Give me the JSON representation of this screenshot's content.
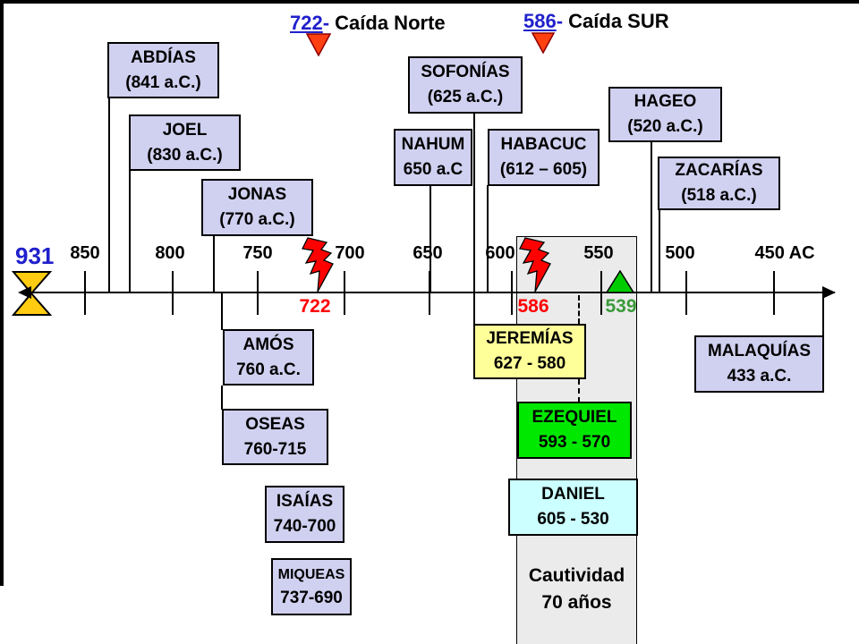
{
  "annotations": {
    "north": {
      "year": "722",
      "sep": "-",
      "text": " Caída Norte"
    },
    "south": {
      "year": "586",
      "sep": "-",
      "text": " Caída SUR"
    }
  },
  "start_year": "931",
  "axis": {
    "ticks": [
      "850",
      "800",
      "750",
      "700",
      "650",
      "600",
      "550",
      "500",
      "450 AC"
    ]
  },
  "events": {
    "fall_north": "722",
    "fall_south": "586",
    "return": "539"
  },
  "captivity": {
    "line1": "Cautividad",
    "line2": "70 años"
  },
  "boxes": {
    "abdias": {
      "name": "ABDÍAS",
      "date": "(841 a.C.)"
    },
    "joel": {
      "name": "JOEL",
      "date": "(830 a.C.)"
    },
    "jonas": {
      "name": "JONAS",
      "date": "(770 a.C.)"
    },
    "sofonias": {
      "name": "SOFONÍAS",
      "date": "(625 a.C.)"
    },
    "nahum": {
      "name": "NAHUM",
      "date": "650 a.C"
    },
    "habacuc": {
      "name": "HABACUC",
      "date": "(612 – 605)"
    },
    "hageo": {
      "name": "HAGEO",
      "date": "(520 a.C.)"
    },
    "zacarias": {
      "name": "ZACARÍAS",
      "date": "(518 a.C.)"
    },
    "amos": {
      "name": "AMÓS",
      "date": "760 a.C."
    },
    "oseas": {
      "name": "OSEAS",
      "date": "760-715"
    },
    "isaias": {
      "name": "ISAÍAS",
      "date": "740-700"
    },
    "miqueas": {
      "name": "MIQUEAS",
      "date": "737-690"
    },
    "jeremias": {
      "name": "JEREMÍAS",
      "date": "627 - 580"
    },
    "ezequiel": {
      "name": "EZEQUIEL",
      "date": "593 - 570"
    },
    "daniel": {
      "name": "DANIEL",
      "date": "605 - 530"
    },
    "malaquias": {
      "name": "MALAQUÍAS",
      "date": "433 a.C."
    }
  },
  "colors": {
    "accent_blue": "#2020CC",
    "event_red": "#FF0000",
    "event_green": "#3A9A3A",
    "box_lavender": "#D0D0F0",
    "box_yellow": "#FFFF99",
    "box_green": "#00E800",
    "box_cyan": "#CCFFFF",
    "band_gray": "#EBEBEB",
    "marker_gold": "#FFCC11",
    "bolt_red": "#FF0000",
    "triangle_orange": "#FF4011",
    "triangle_green": "#00CC00"
  }
}
